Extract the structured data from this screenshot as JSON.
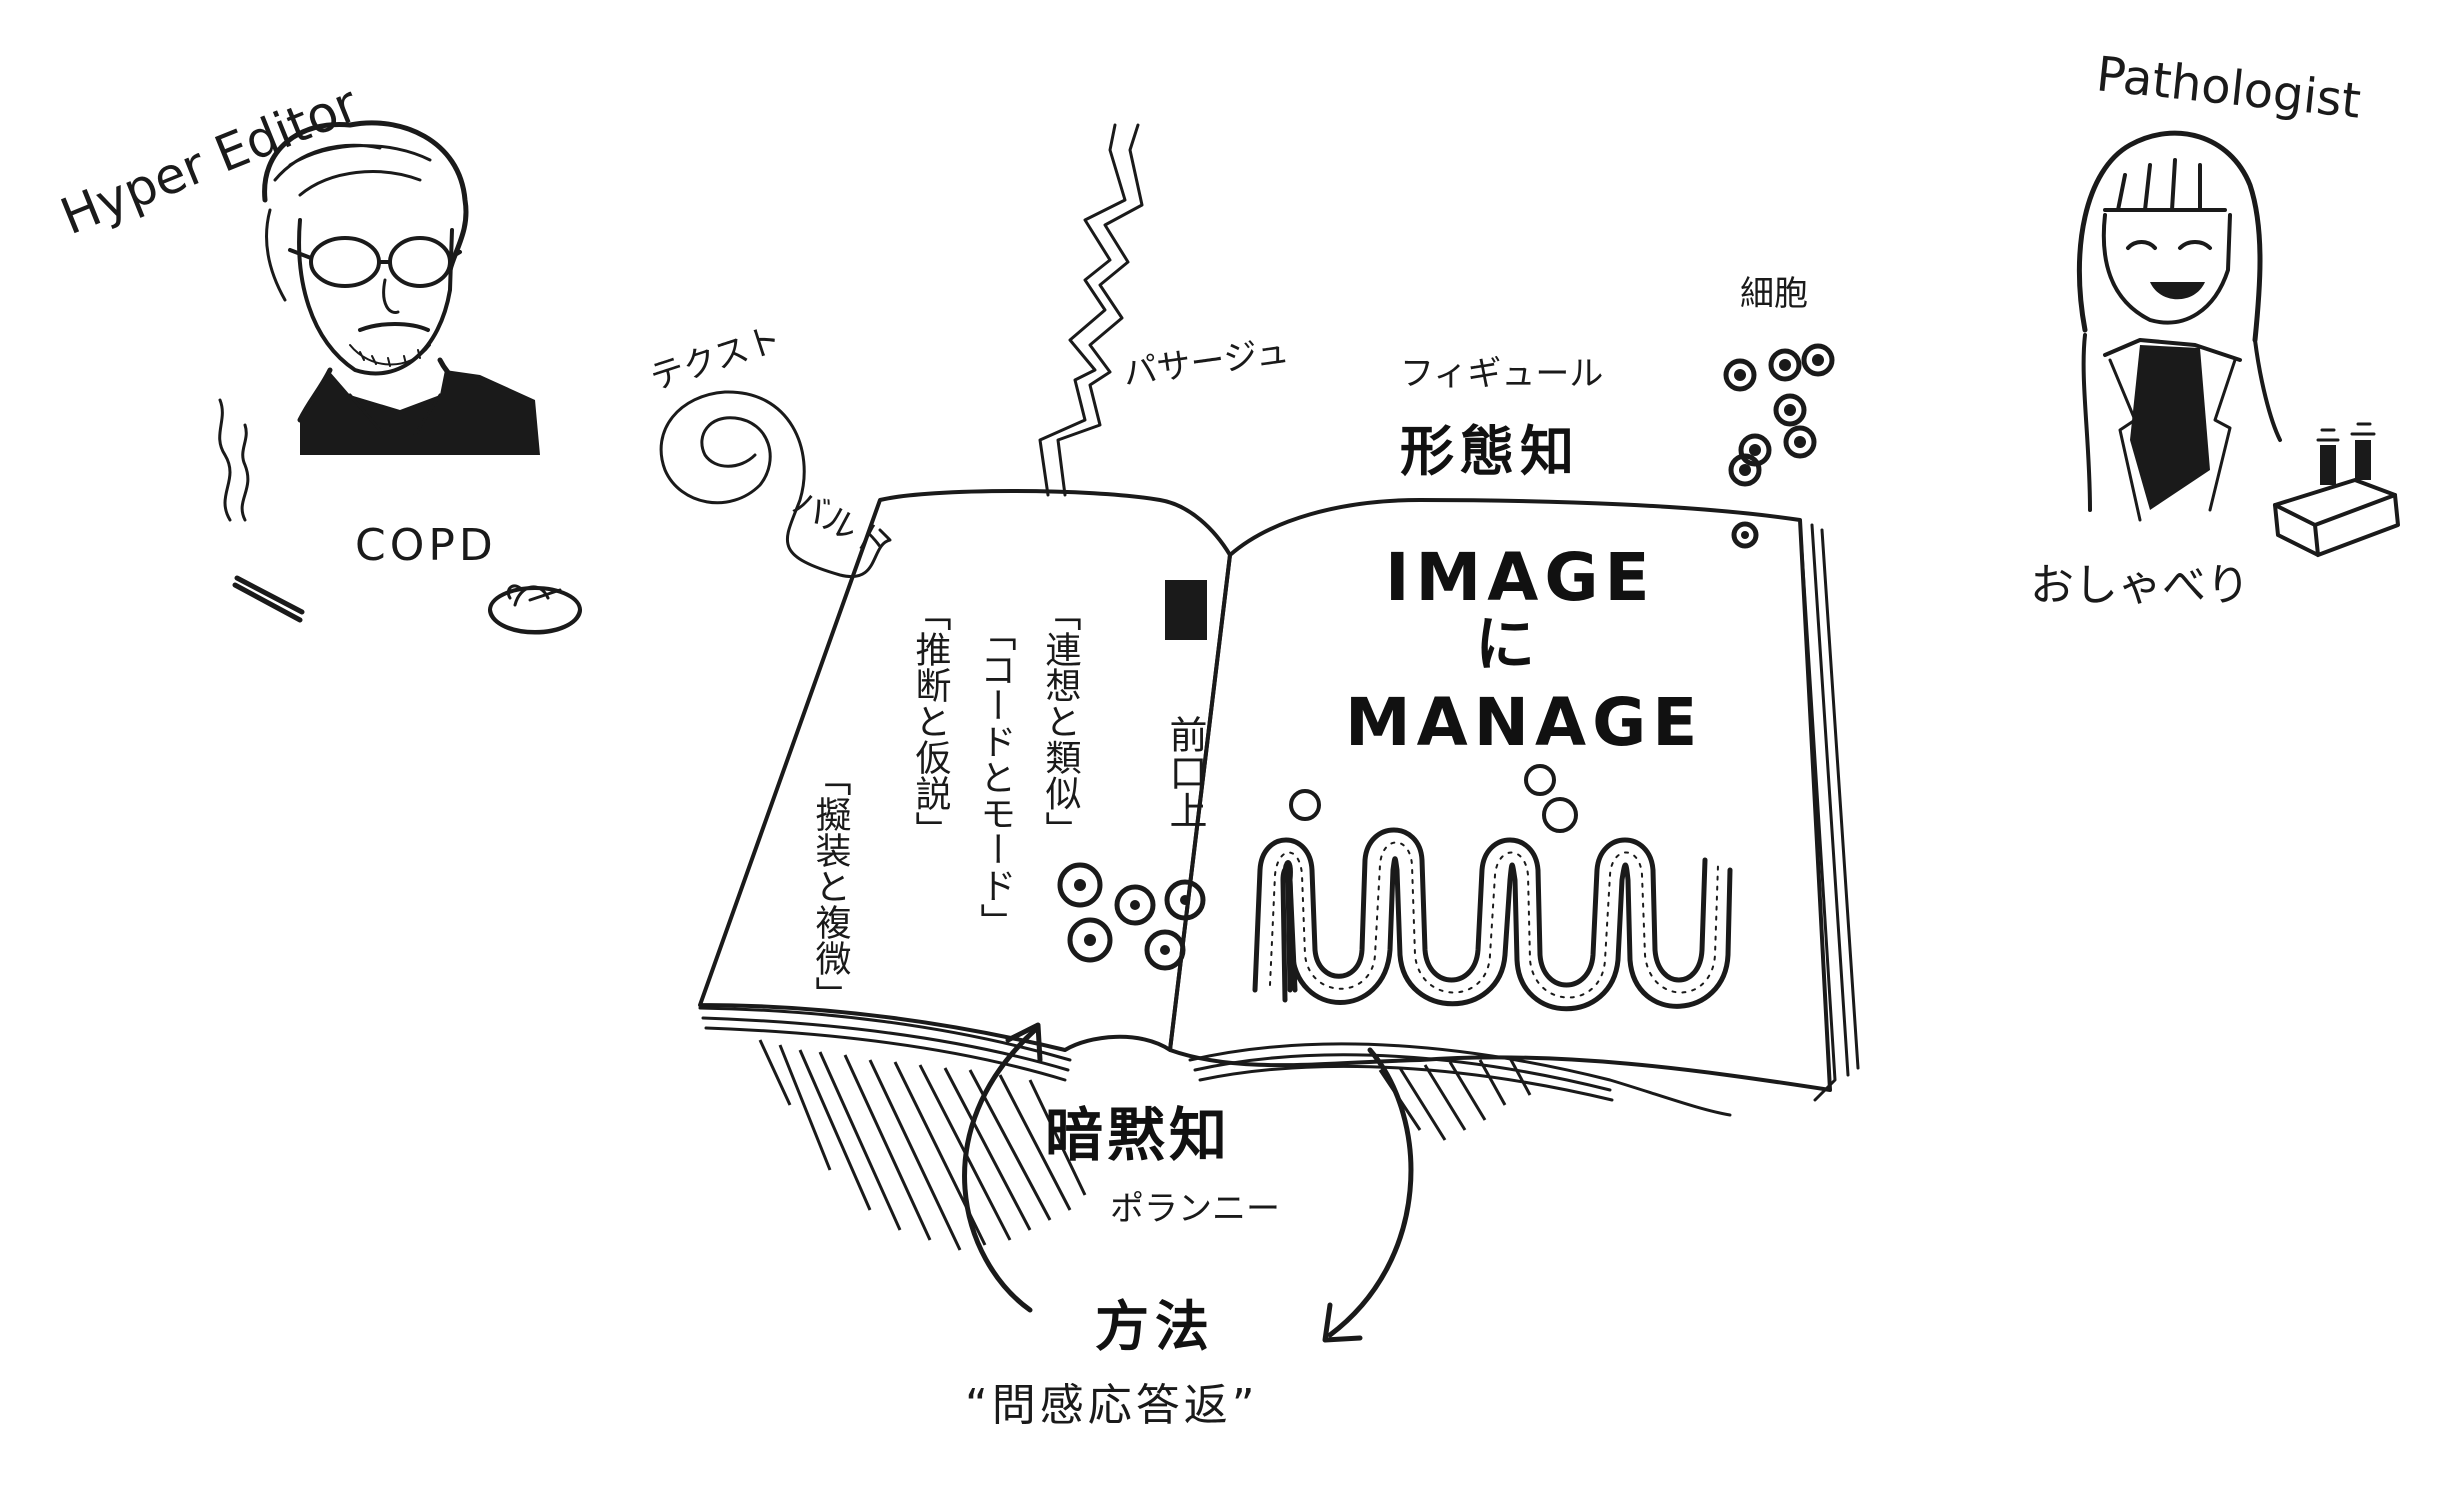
{
  "left_person": {
    "role": "Hyper Editor",
    "condition": "COPD"
  },
  "right_person": {
    "role": "Pathologist",
    "trait": "おしゃべり"
  },
  "labels": {
    "text": "テクスト",
    "barthes": "バルト",
    "passage": "パサージュ",
    "figure": "フィギュール",
    "morph": "形態知",
    "cell": "細胞",
    "tacit": "暗黙知",
    "polanyi": "ポランニー",
    "method": "方法",
    "method_sub": "“問感応答返”"
  },
  "book": {
    "right_title": [
      "IMAGE",
      "に",
      "MANAGE"
    ],
    "stamp": "前口上",
    "left_lines": [
      "「連想と類似」",
      "「コードとモード」",
      "「推断と仮説」",
      "「擬装と複微」"
    ]
  },
  "colors": {
    "ink": "#1a1a1a",
    "paper": "#ffffff"
  }
}
